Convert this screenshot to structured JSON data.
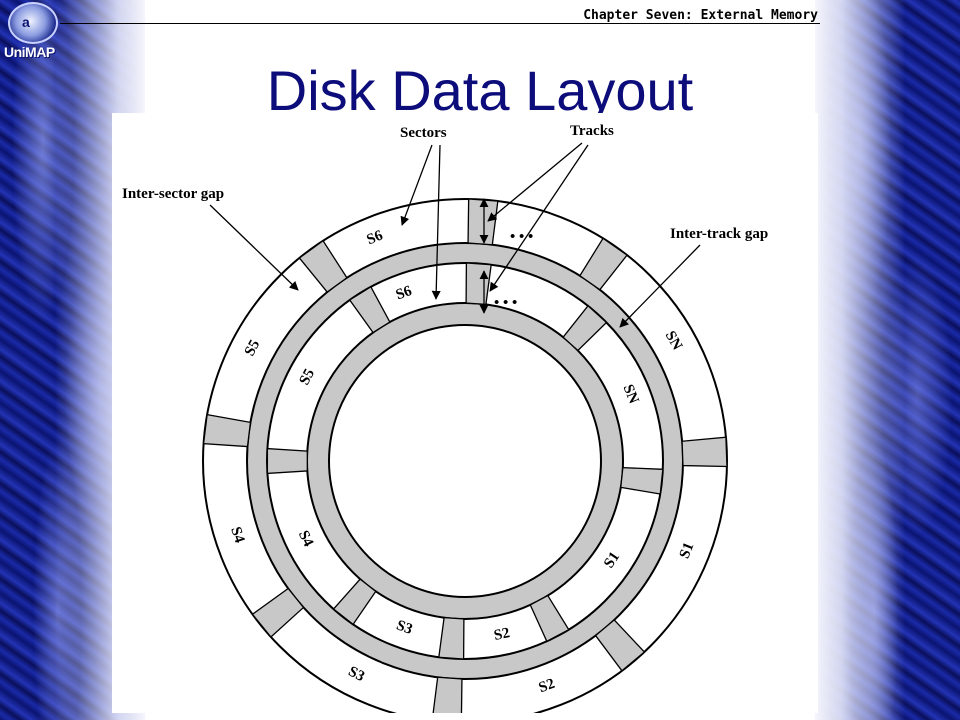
{
  "header": {
    "chapter": "Chapter Seven: External Memory",
    "logo_text": "UniMAP",
    "logo_mark": "a"
  },
  "slide": {
    "title": "Disk Data Layout"
  },
  "diagram": {
    "labels": {
      "sectors": "Sectors",
      "tracks": "Tracks",
      "inter_sector_gap": "Inter-sector gap",
      "inter_track_gap": "Inter-track gap",
      "ellipsis": "• • •"
    },
    "outer_track_sectors": [
      "SN",
      "S1",
      "S2",
      "S3",
      "S4",
      "S5",
      "S6"
    ],
    "inner_track_sectors": [
      "SN",
      "S1",
      "S2",
      "S3",
      "S4",
      "S5",
      "S6"
    ]
  },
  "colors": {
    "title": "#0c0c7a",
    "gap_fill": "#c8c8c8",
    "sector_fill": "#ffffff",
    "side_strip": "#0d1780"
  }
}
